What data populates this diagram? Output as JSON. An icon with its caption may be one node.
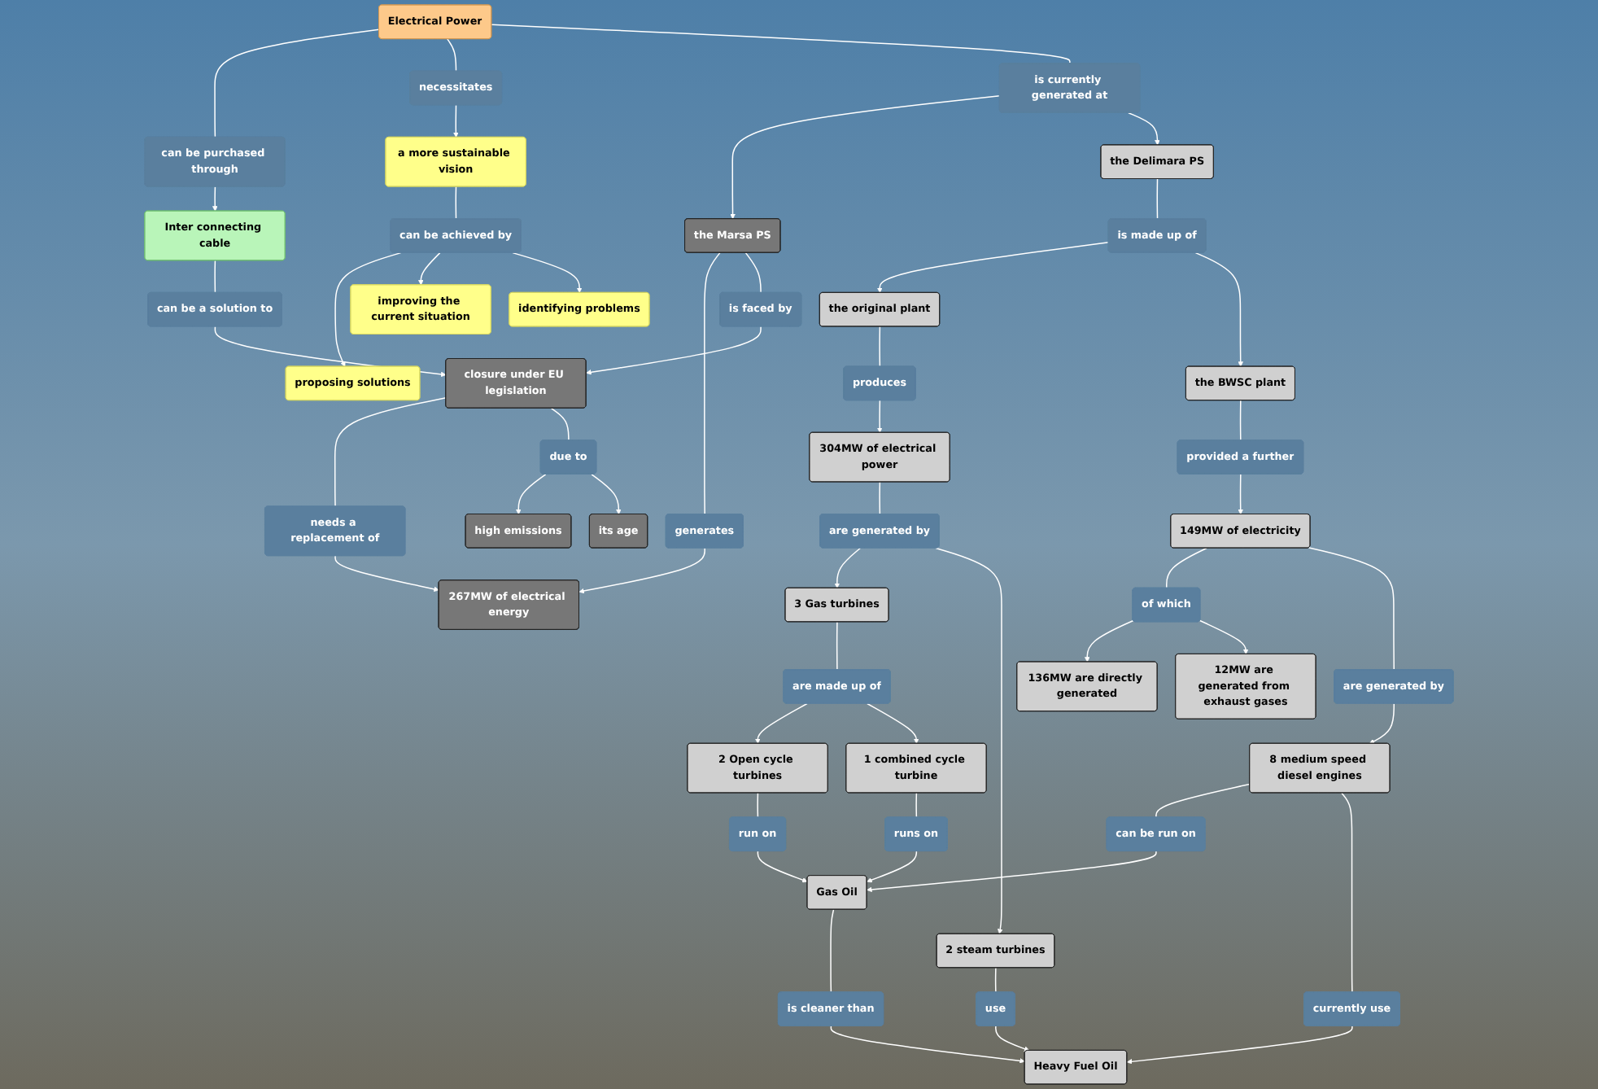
{
  "diagram": {
    "nodes": [
      {
        "text": [
          "Electrical Power"
        ]
      },
      {
        "text": [
          "can be purchased through"
        ]
      },
      {
        "text": [
          "necessitates"
        ]
      },
      {
        "text": [
          "is currently generated at"
        ]
      },
      {
        "text": [
          "Inter connecting cable"
        ]
      },
      {
        "text": [
          "a more sustainable vision"
        ]
      },
      {
        "text": [
          "the Marsa PS"
        ]
      },
      {
        "text": [
          "the Delimara PS"
        ]
      },
      {
        "text": [
          "generates"
        ]
      },
      {
        "text": [
          "267MW of electrical energy"
        ]
      },
      {
        "text": [
          "can be achieved by"
        ]
      },
      {
        "text": [
          "proposing solutions"
        ]
      },
      {
        "text": [
          "improving the current situation"
        ]
      },
      {
        "text": [
          "identifying problems"
        ]
      },
      {
        "text": [
          "can be a solution to"
        ]
      },
      {
        "text": [
          "needs a replacement of"
        ]
      },
      {
        "text": [
          "is faced by"
        ]
      },
      {
        "text": [
          "is made up of"
        ]
      },
      {
        "text": [
          "the original plant"
        ]
      },
      {
        "text": [
          "the BWSC plant"
        ]
      },
      {
        "text": [
          "closure under EU legislation"
        ]
      },
      {
        "text": [
          "136MW are directly generated"
        ]
      },
      {
        "text": [
          "produces"
        ]
      },
      {
        "text": [
          "provided a further"
        ]
      },
      {
        "text": [
          "of which"
        ]
      },
      {
        "text": [
          "12MW are generated from exhaust gases"
        ]
      },
      {
        "text": [
          "due to"
        ]
      },
      {
        "text": [
          "high emissions"
        ]
      },
      {
        "text": [
          "304MW of electrical power"
        ]
      },
      {
        "text": [
          "149MW of electricity"
        ]
      },
      {
        "text": [
          "its age"
        ]
      },
      {
        "text": [
          "are generated by"
        ]
      },
      {
        "text": [
          "are generated by"
        ]
      },
      {
        "text": [
          "2 Open cycle turbines"
        ]
      },
      {
        "text": [
          "3 Gas turbines"
        ]
      },
      {
        "text": [
          "8 medium speed diesel engines"
        ]
      },
      {
        "text": [
          "run on"
        ]
      },
      {
        "text": [
          "are made up of"
        ]
      },
      {
        "text": [
          "can be run on"
        ]
      },
      {
        "text": [
          "2 steam turbines"
        ]
      },
      {
        "text": [
          "Gas Oil"
        ]
      },
      {
        "text": [
          "runs on"
        ]
      },
      {
        "text": [
          "1 combined cycle turbine"
        ]
      },
      {
        "text": [
          "currently use"
        ]
      },
      {
        "text": [
          "is cleaner than"
        ]
      },
      {
        "text": [
          "use"
        ]
      },
      {
        "text": [
          "Heavy Fuel Oil"
        ]
      }
    ],
    "edges": [
      {
        "from": 0,
        "to": 1,
        "arrow": "none"
      },
      {
        "from": 1,
        "to": 4,
        "arrow": "to"
      },
      {
        "from": 0,
        "to": 2,
        "arrow": "none"
      },
      {
        "from": 2,
        "to": 5,
        "arrow": "to"
      },
      {
        "from": 0,
        "to": 3,
        "arrow": "none"
      },
      {
        "from": 3,
        "to": 6,
        "arrow": "to"
      },
      {
        "from": 3,
        "to": 7,
        "arrow": "to"
      },
      {
        "from": 6,
        "to": 8,
        "arrow": "none"
      },
      {
        "from": 8,
        "to": 9,
        "arrow": "to"
      },
      {
        "from": 5,
        "to": 10,
        "arrow": "none"
      },
      {
        "from": 10,
        "to": 11,
        "arrow": "to"
      },
      {
        "from": 10,
        "to": 12,
        "arrow": "to"
      },
      {
        "from": 10,
        "to": 13,
        "arrow": "to"
      },
      {
        "from": 4,
        "to": 14,
        "arrow": "none"
      },
      {
        "from": 14,
        "to": 20,
        "arrow": "to"
      },
      {
        "from": 20,
        "to": 15,
        "arrow": "none"
      },
      {
        "from": 15,
        "to": 9,
        "arrow": "to"
      },
      {
        "from": 6,
        "to": 16,
        "arrow": "none"
      },
      {
        "from": 16,
        "to": 20,
        "arrow": "to"
      },
      {
        "from": 7,
        "to": 17,
        "arrow": "none"
      },
      {
        "from": 17,
        "to": 18,
        "arrow": "to"
      },
      {
        "from": 17,
        "to": 19,
        "arrow": "to"
      },
      {
        "from": 18,
        "to": 22,
        "arrow": "none"
      },
      {
        "from": 22,
        "to": 28,
        "arrow": "to"
      },
      {
        "from": 19,
        "to": 23,
        "arrow": "none"
      },
      {
        "from": 23,
        "to": 29,
        "arrow": "to"
      },
      {
        "from": 29,
        "to": 24,
        "arrow": "none"
      },
      {
        "from": 24,
        "to": 21,
        "arrow": "to"
      },
      {
        "from": 24,
        "to": 25,
        "arrow": "to"
      },
      {
        "from": 20,
        "to": 26,
        "arrow": "none"
      },
      {
        "from": 26,
        "to": 27,
        "arrow": "to"
      },
      {
        "from": 26,
        "to": 30,
        "arrow": "to"
      },
      {
        "from": 28,
        "to": 31,
        "arrow": "none"
      },
      {
        "from": 31,
        "to": 34,
        "arrow": "to"
      },
      {
        "from": 31,
        "to": 39,
        "arrow": "to"
      },
      {
        "from": 29,
        "to": 32,
        "arrow": "none"
      },
      {
        "from": 32,
        "to": 35,
        "arrow": "to"
      },
      {
        "from": 34,
        "to": 37,
        "arrow": "none"
      },
      {
        "from": 37,
        "to": 33,
        "arrow": "to"
      },
      {
        "from": 37,
        "to": 42,
        "arrow": "to"
      },
      {
        "from": 33,
        "to": 36,
        "arrow": "none"
      },
      {
        "from": 36,
        "to": 40,
        "arrow": "to"
      },
      {
        "from": 35,
        "to": 38,
        "arrow": "none"
      },
      {
        "from": 38,
        "to": 40,
        "arrow": "to"
      },
      {
        "from": 42,
        "to": 41,
        "arrow": "none"
      },
      {
        "from": 41,
        "to": 40,
        "arrow": "to"
      },
      {
        "from": 40,
        "to": 44,
        "arrow": "none"
      },
      {
        "from": 44,
        "to": 46,
        "arrow": "to"
      },
      {
        "from": 35,
        "to": 43,
        "arrow": "none"
      },
      {
        "from": 43,
        "to": 46,
        "arrow": "to"
      },
      {
        "from": 39,
        "to": 45,
        "arrow": "none"
      },
      {
        "from": 45,
        "to": 46,
        "arrow": "to"
      }
    ]
  }
}
